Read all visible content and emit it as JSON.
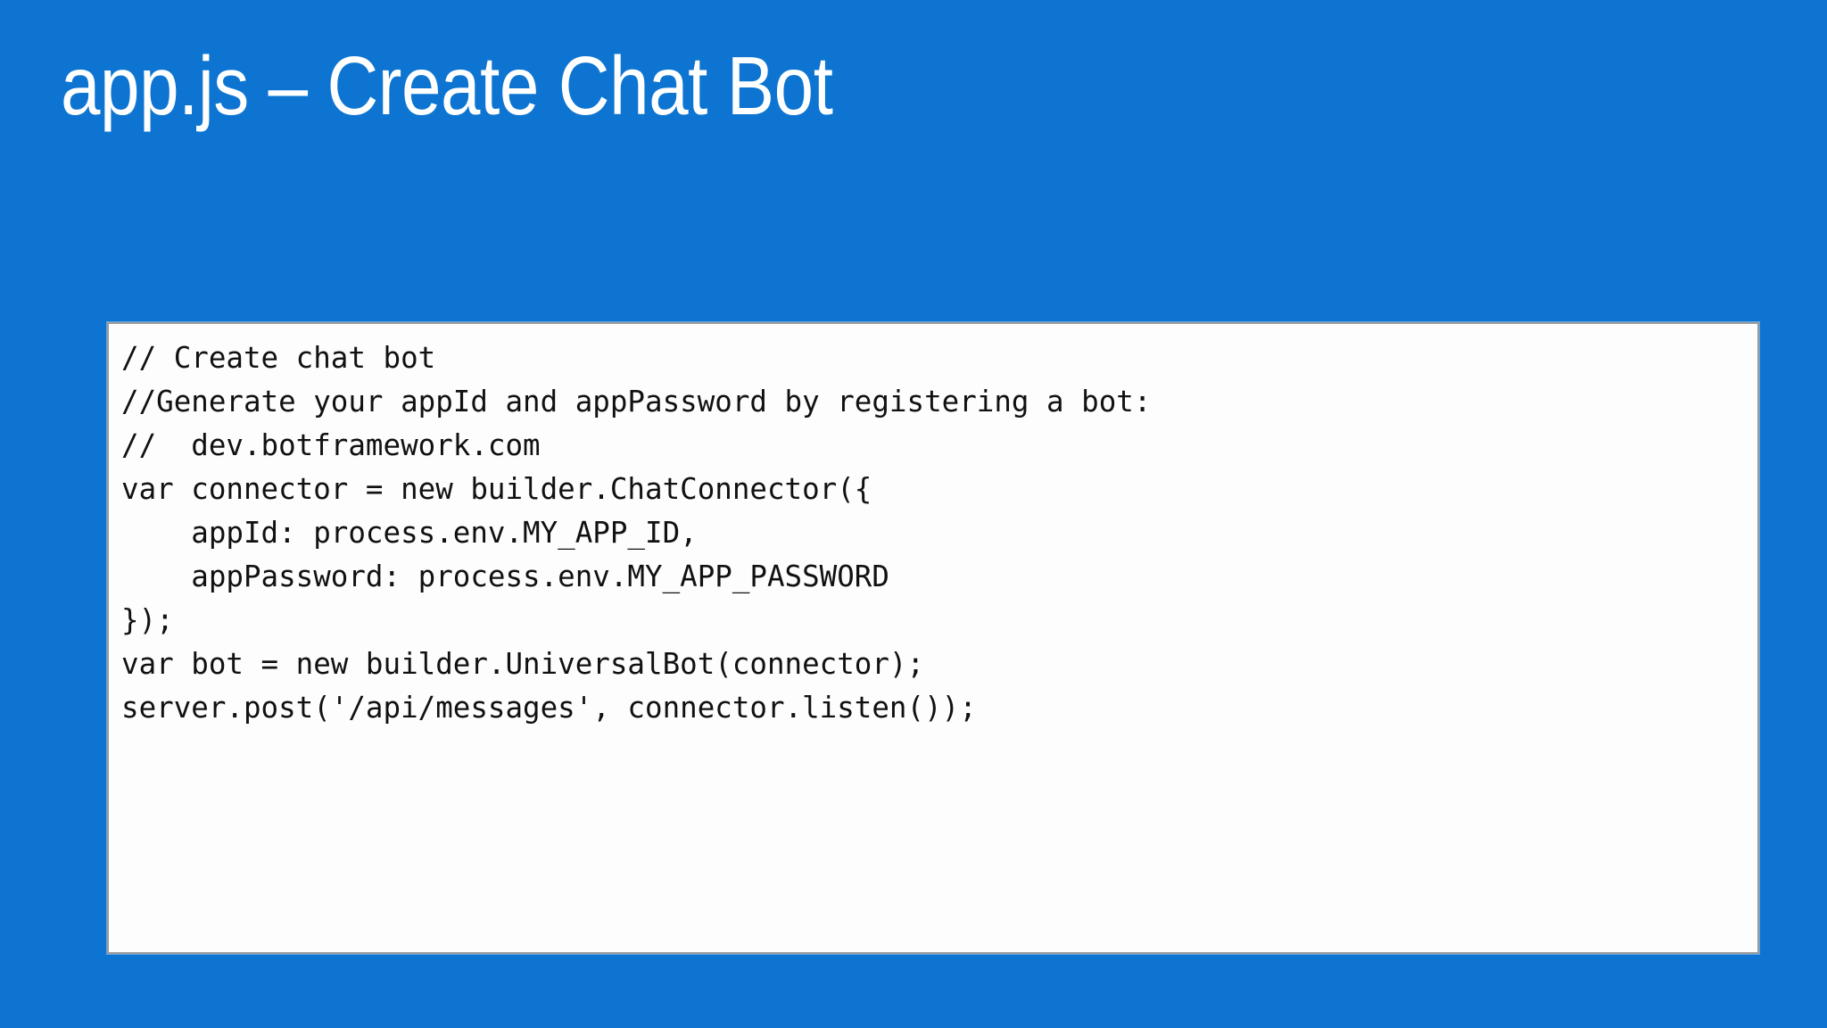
{
  "slide": {
    "background_color": "#0d75d1",
    "title": "app.js – Create Chat Bot"
  },
  "code_box": {
    "background_color": "#fdfdfd",
    "border_color": "#9a9a9a",
    "text_color": "#111111",
    "language": "javascript",
    "lines": [
      "// Create chat bot",
      "//Generate your appId and appPassword by registering a bot:",
      "//  dev.botframework.com",
      "var connector = new builder.ChatConnector({",
      "    appId: process.env.MY_APP_ID,",
      "    appPassword: process.env.MY_APP_PASSWORD",
      "});",
      "var bot = new builder.UniversalBot(connector);",
      "server.post('/api/messages', connector.listen());"
    ]
  }
}
